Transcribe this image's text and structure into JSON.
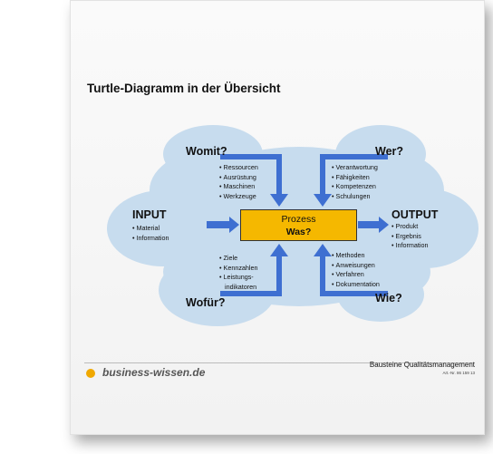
{
  "title": "Turtle-Diagramm in der Übersicht",
  "process": {
    "line1": "Prozess",
    "line2": "Was?"
  },
  "input": {
    "label": "INPUT",
    "items": [
      "Material",
      "Information"
    ]
  },
  "output": {
    "label": "OUTPUT",
    "items": [
      "Produkt",
      "Ergebnis",
      "Information"
    ]
  },
  "womit": {
    "label": "Womit?",
    "items": [
      "Ressourcen",
      "Ausrüstung",
      "Maschinen",
      "Werkzeuge"
    ]
  },
  "wer": {
    "label": "Wer?",
    "items": [
      "Verantwortung",
      "Fähigkeiten",
      "Kompetenzen",
      "Schulungen"
    ]
  },
  "wofuer": {
    "label": "Wofür?",
    "items": [
      "Ziele",
      "Kennzahlen",
      "Leistungs-",
      "indikatoren"
    ]
  },
  "wie": {
    "label": "Wie?",
    "items": [
      "Methoden",
      "Anweisungen",
      "Verfahren",
      "Dokumentation"
    ]
  },
  "footer": {
    "logo": "business-wissen.de",
    "series": "Bausteine Qualitätsmanagement",
    "artnr": "Art.-Nr. 86 159 13"
  },
  "colors": {
    "cloud": "#c7dcee",
    "arrow": "#3e6fd1",
    "process": "#f5b800",
    "logo": "#f0a800"
  }
}
